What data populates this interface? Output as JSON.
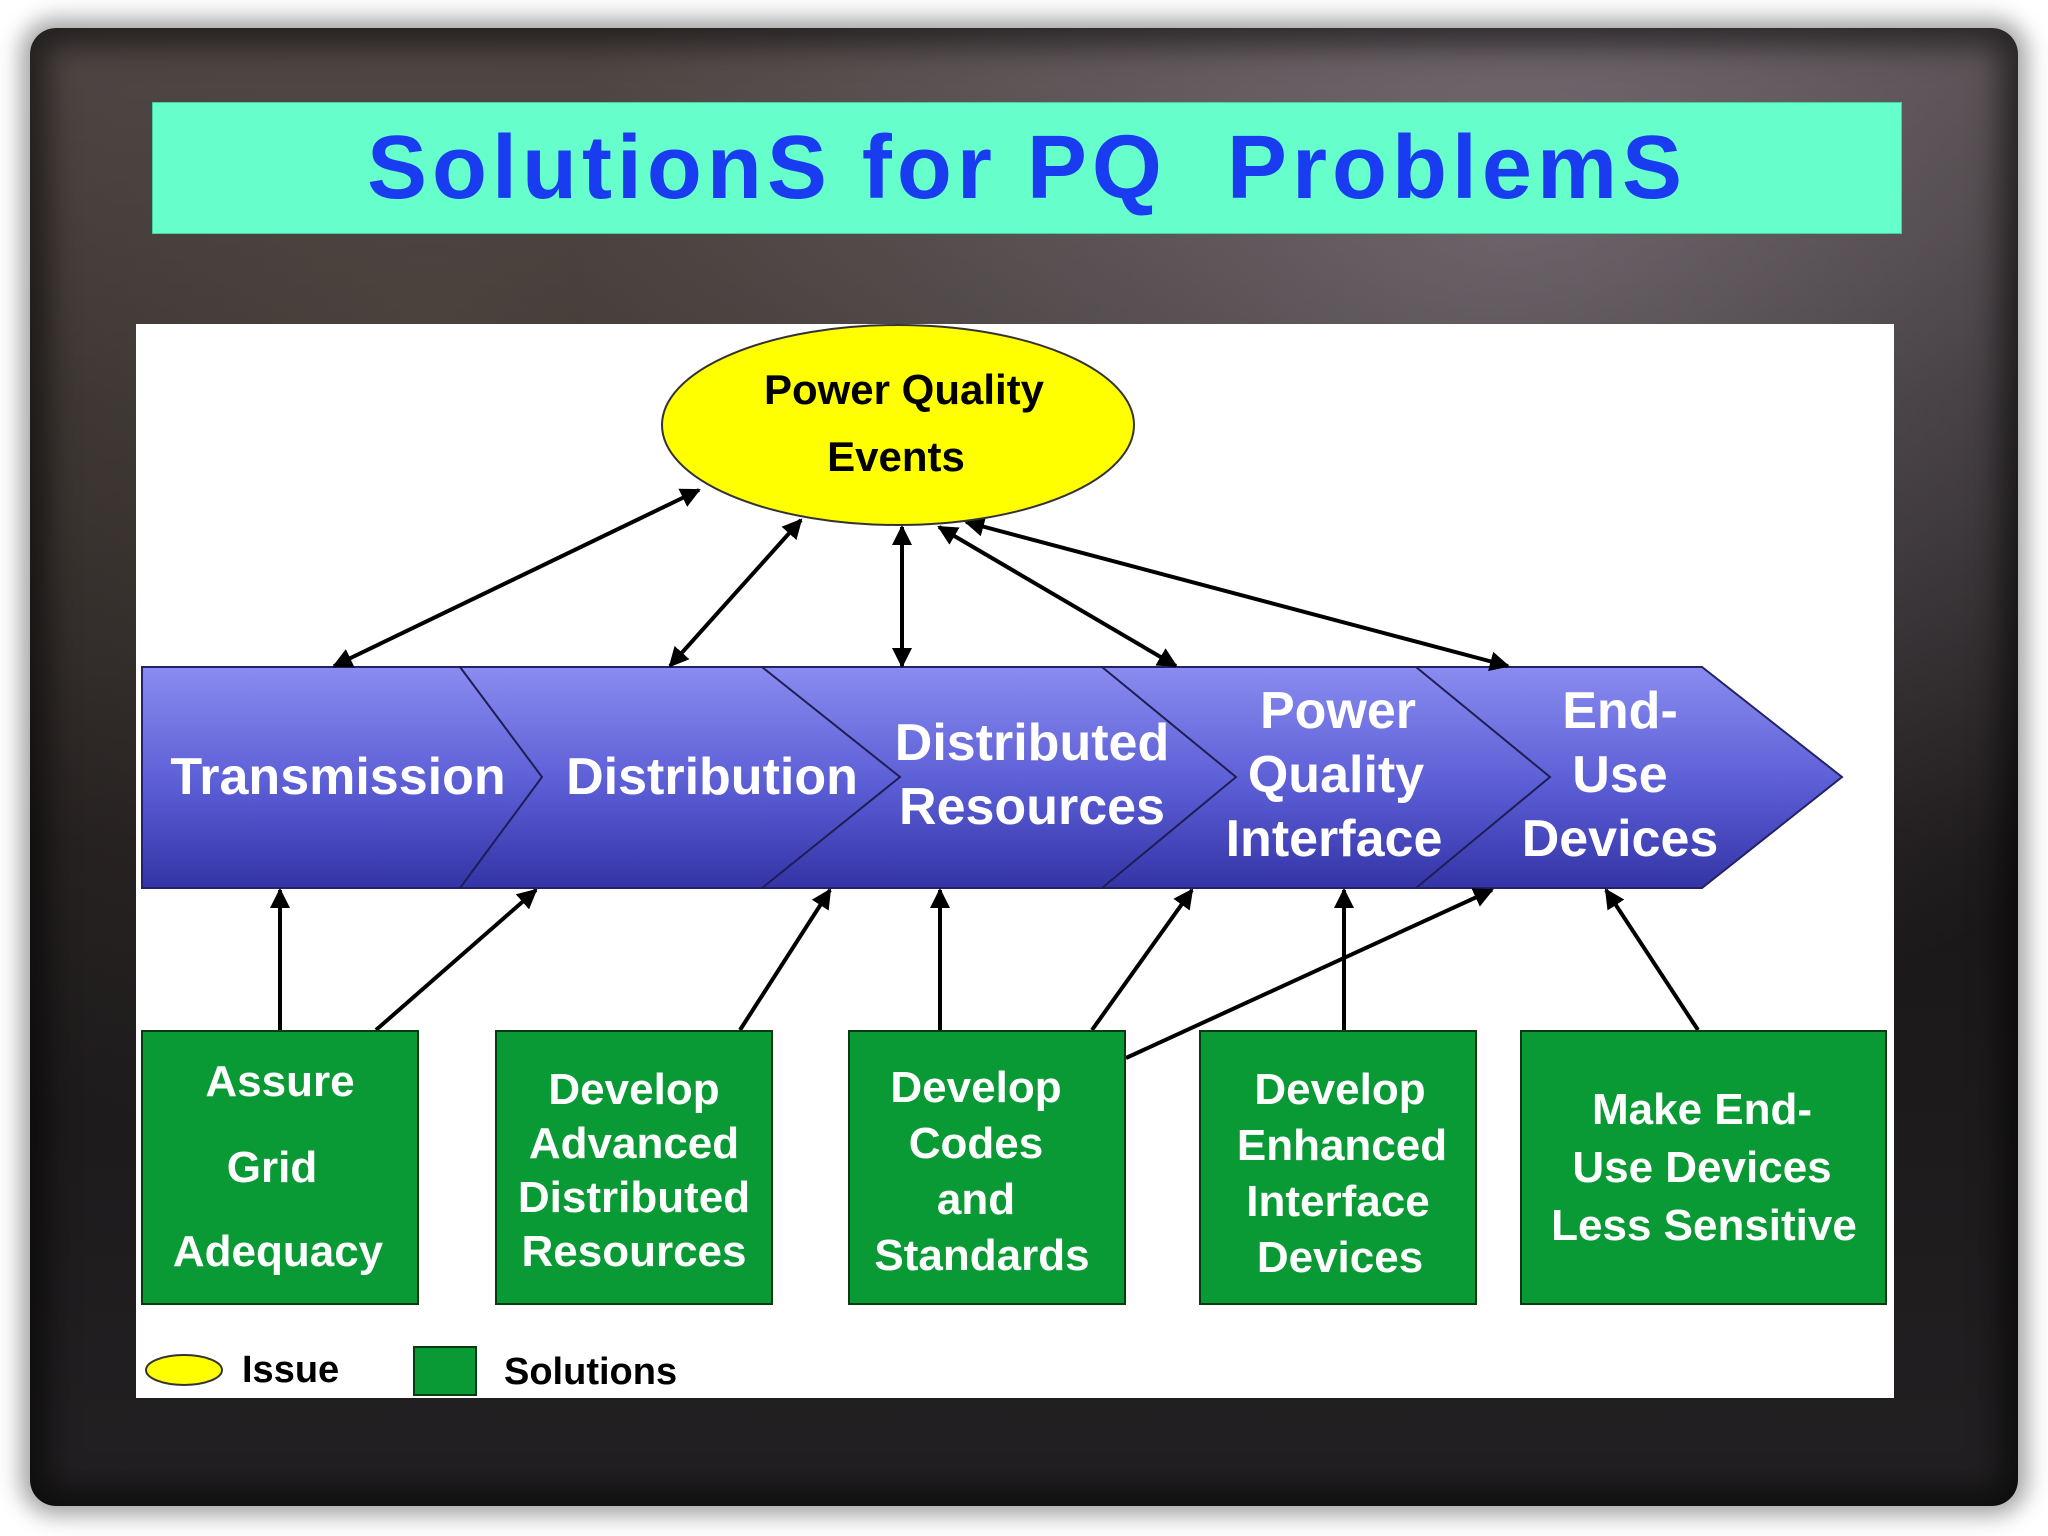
{
  "title": "SolutionS for PQ  ProblemS",
  "issue": {
    "lines": [
      "Power Quality",
      "Events"
    ]
  },
  "stages": [
    {
      "lines": [
        "Transmission"
      ]
    },
    {
      "lines": [
        "Distribution"
      ]
    },
    {
      "lines": [
        "Distributed",
        "Resources"
      ]
    },
    {
      "lines": [
        "Power",
        "Quality",
        "Interface"
      ]
    },
    {
      "lines": [
        "End-",
        "Use",
        "Devices"
      ]
    }
  ],
  "solutions": [
    {
      "lines": [
        "Assure",
        "Grid",
        "Adequacy"
      ]
    },
    {
      "lines": [
        "Develop",
        "Advanced",
        "Distributed",
        "Resources"
      ]
    },
    {
      "lines": [
        "Develop",
        "Codes",
        "and",
        "Standards"
      ]
    },
    {
      "lines": [
        "Develop",
        "Enhanced",
        "Interface",
        "Devices"
      ]
    },
    {
      "lines": [
        "Make End-",
        "Use Devices",
        "Less Sensitive"
      ]
    }
  ],
  "legend": {
    "issue_label": "Issue",
    "solutions_label": "Solutions"
  },
  "colors": {
    "title_bg": "#66ffcc",
    "title_text": "#1a3cf0",
    "issue_fill": "#ffff00",
    "solution_fill": "#0a9a35",
    "stage_top": "#8a8cf0",
    "stage_bottom": "#3636a8"
  }
}
